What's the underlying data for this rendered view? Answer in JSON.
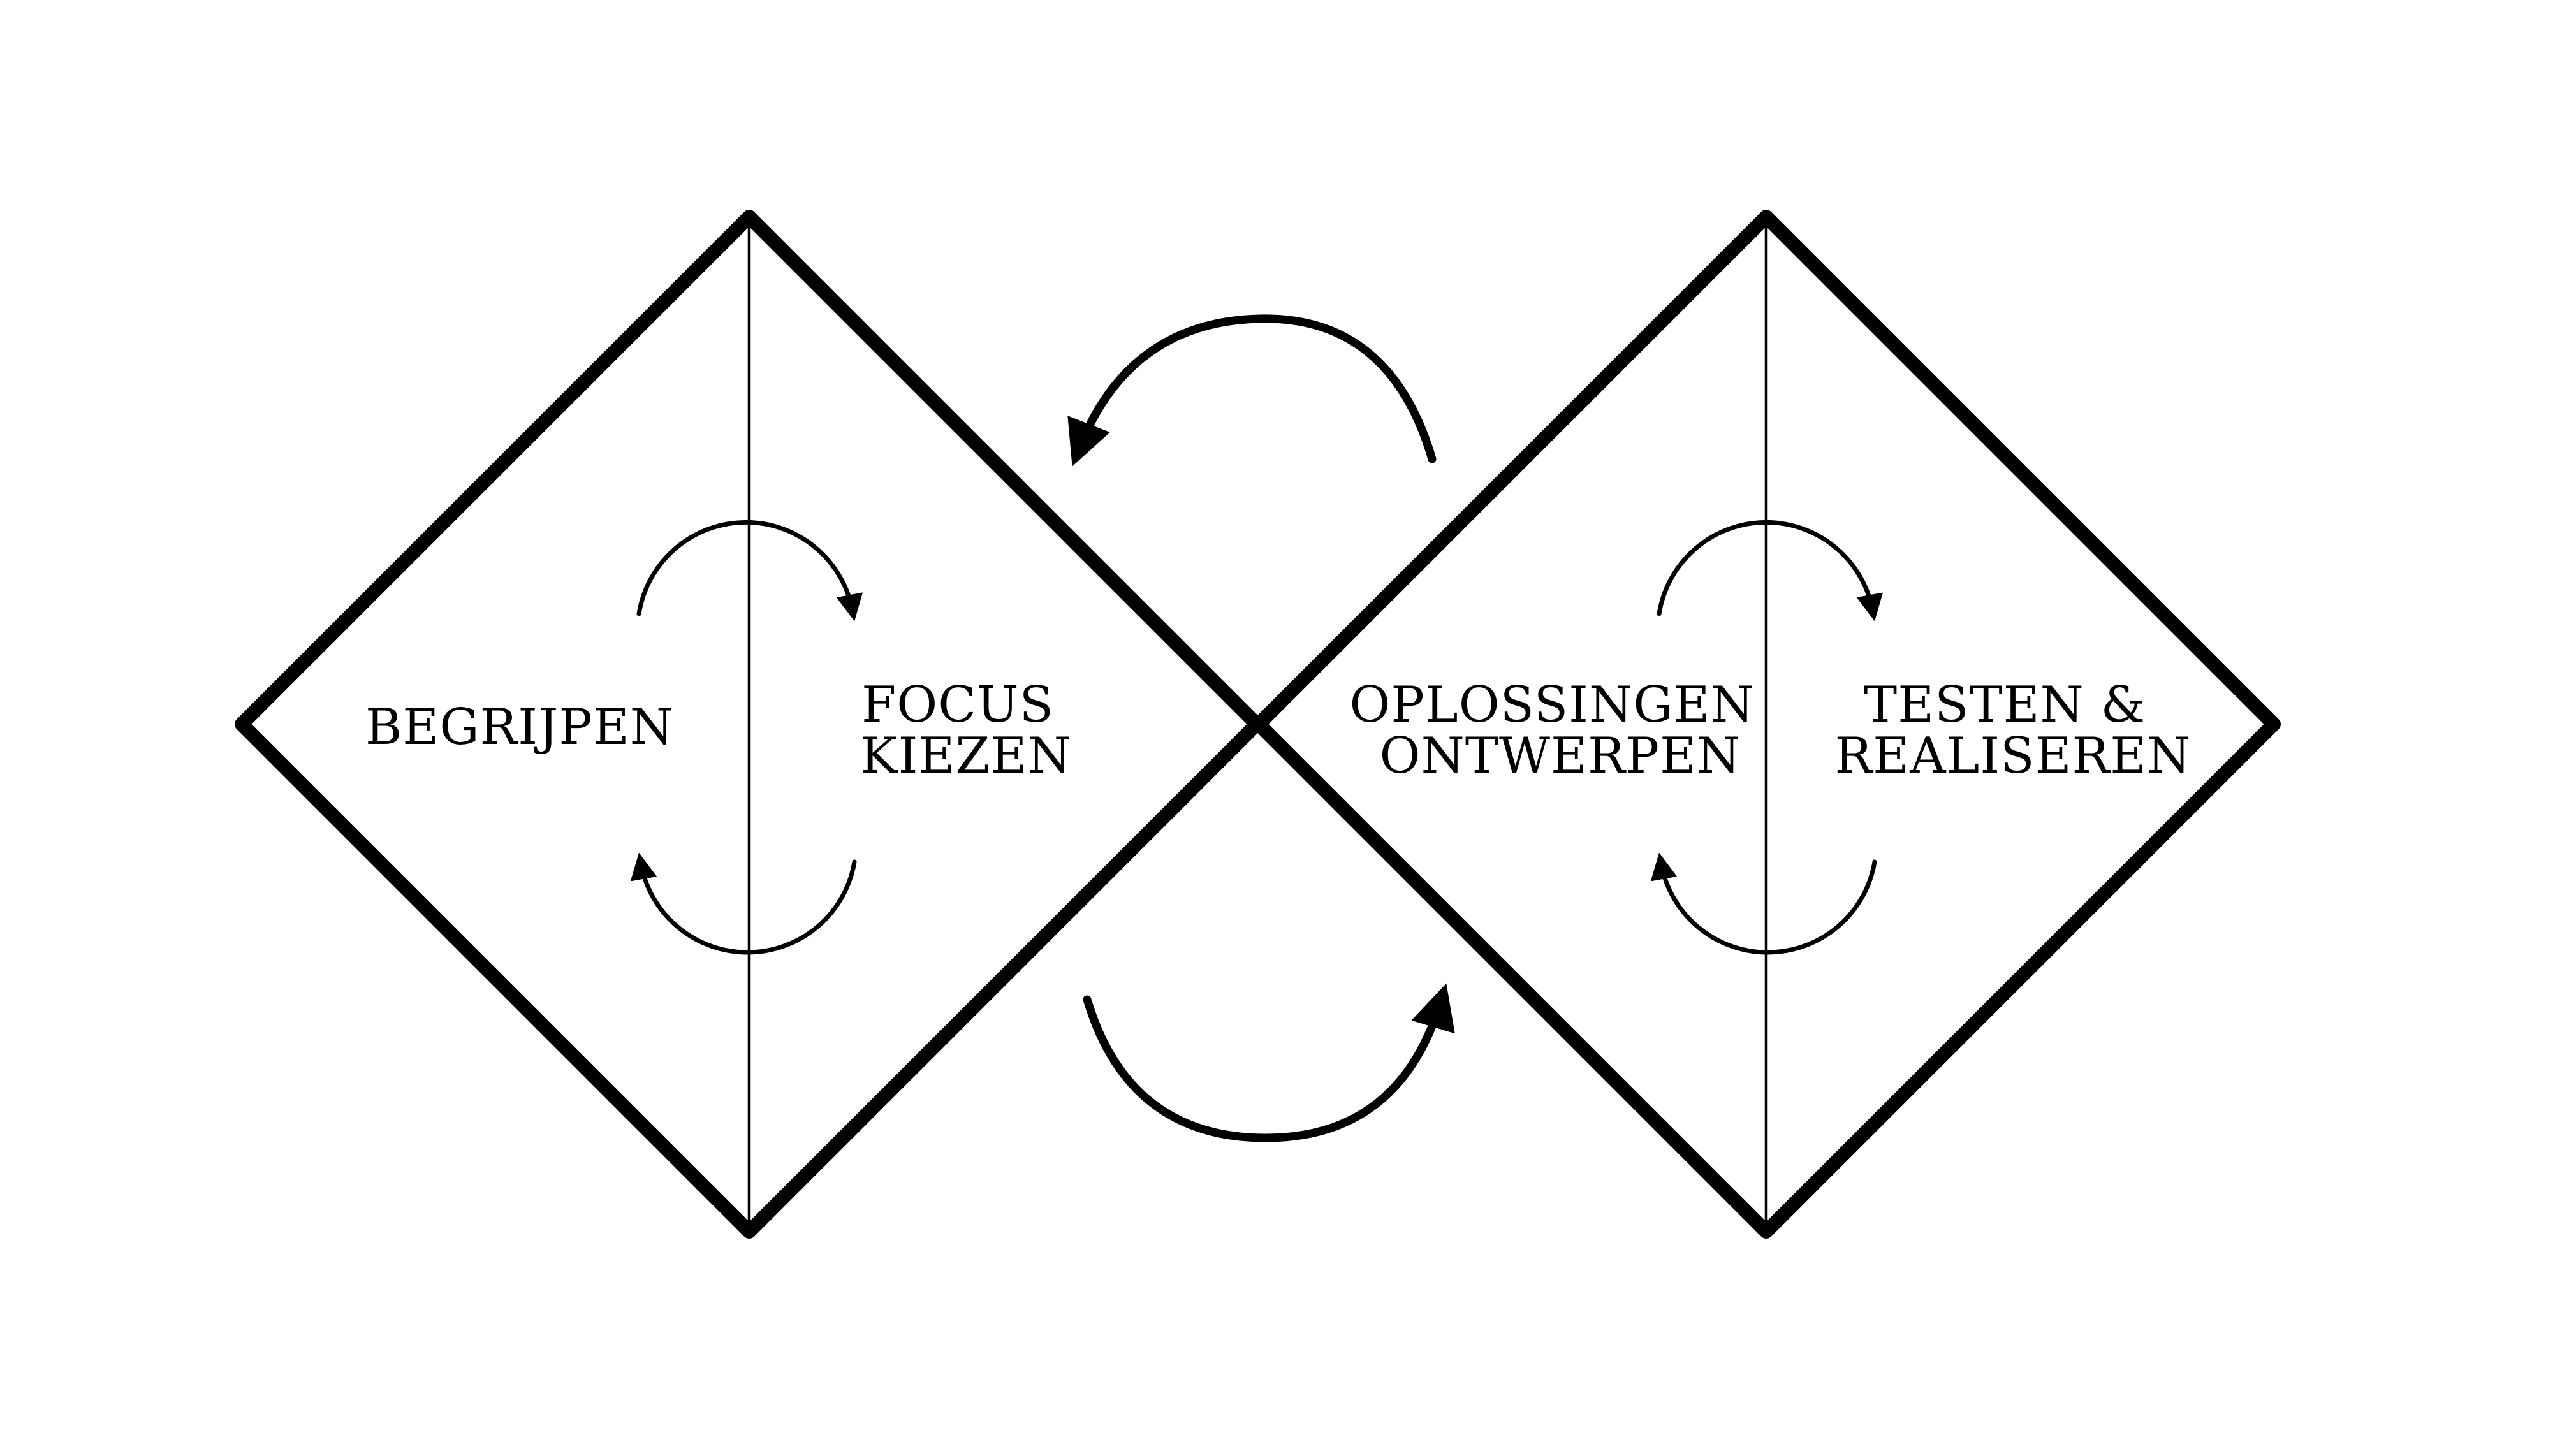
{
  "diagram": {
    "phases": [
      {
        "lines": [
          "BEGRIJPEN"
        ]
      },
      {
        "lines": [
          "FOCUS",
          "KIEZEN"
        ]
      },
      {
        "lines": [
          "OPLOSSINGEN",
          "ONTWERPEN"
        ]
      },
      {
        "lines": [
          "TESTEN &",
          "REALISEREN"
        ]
      }
    ]
  }
}
